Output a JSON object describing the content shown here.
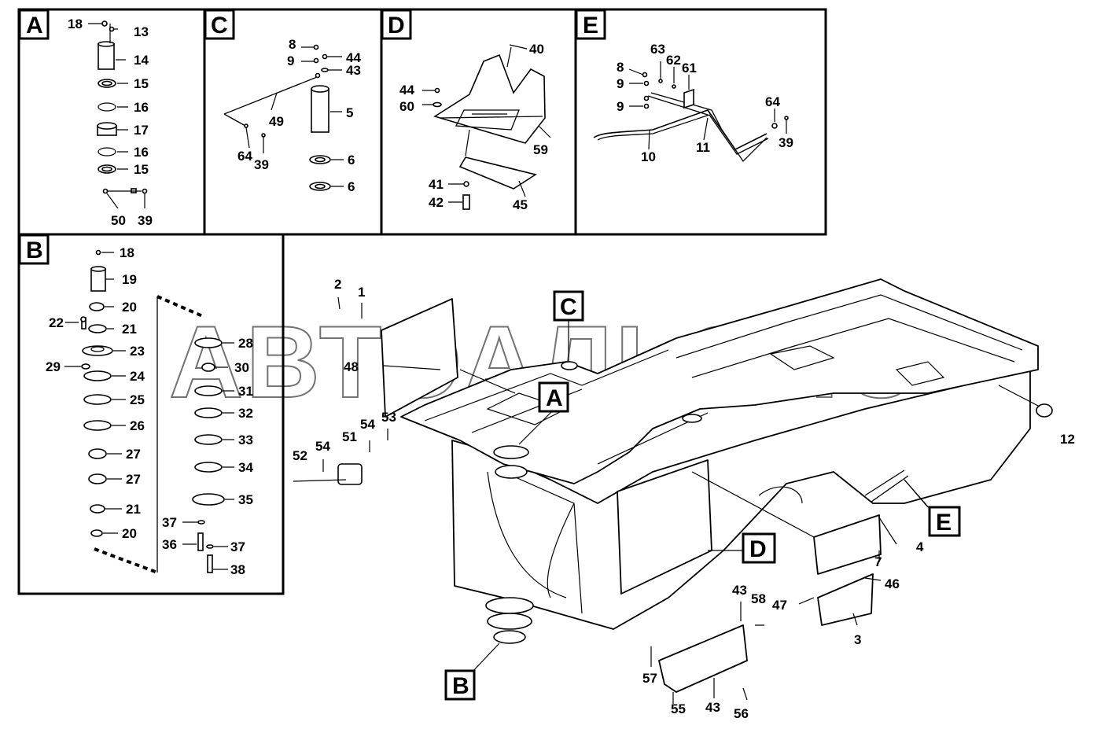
{
  "watermark": "АВТОАЛЬЯНС",
  "panels": {
    "A": {
      "letter": "A",
      "labels": [
        "18",
        "13",
        "14",
        "15",
        "16",
        "17",
        "16",
        "15",
        "50",
        "39"
      ]
    },
    "B": {
      "letter": "B",
      "labels": [
        "18",
        "19",
        "20",
        "22",
        "21",
        "23",
        "29",
        "24",
        "25",
        "26",
        "27",
        "27",
        "21",
        "20",
        "28",
        "30",
        "31",
        "32",
        "33",
        "34",
        "35",
        "37",
        "36",
        "37",
        "38"
      ]
    },
    "C": {
      "letter": "C",
      "labels": [
        "8",
        "9",
        "44",
        "43",
        "49",
        "5",
        "64",
        "39",
        "6",
        "6"
      ]
    },
    "D": {
      "letter": "D",
      "labels": [
        "40",
        "44",
        "60",
        "59",
        "41",
        "42",
        "45"
      ]
    },
    "E": {
      "letter": "E",
      "labels": [
        "63",
        "62",
        "61",
        "8",
        "9",
        "9",
        "10",
        "11",
        "64",
        "39"
      ]
    }
  },
  "main": {
    "callout_letters": [
      "C",
      "A",
      "B",
      "D",
      "E"
    ],
    "labels": [
      "2",
      "1",
      "48",
      "54",
      "53",
      "51",
      "52",
      "54",
      "12",
      "4",
      "7",
      "46",
      "47",
      "3",
      "43",
      "58",
      "57",
      "55",
      "43",
      "56"
    ]
  }
}
